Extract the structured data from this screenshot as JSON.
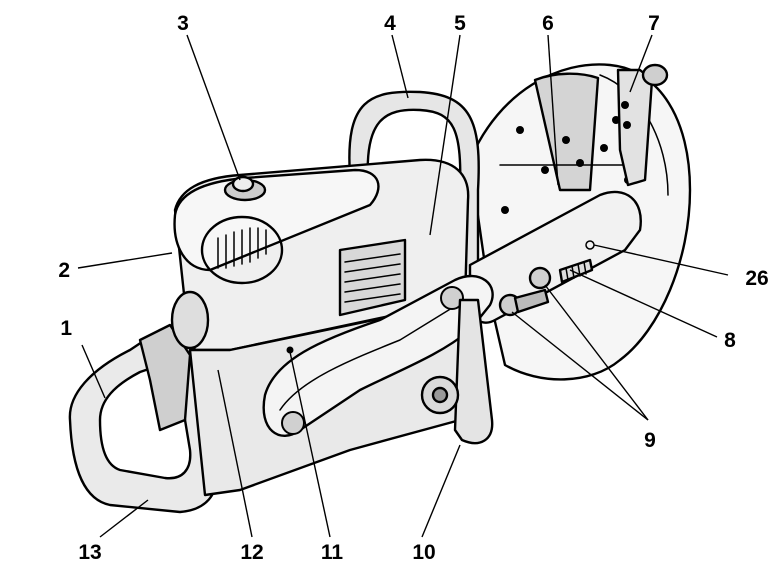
{
  "diagram": {
    "callouts": {
      "c1": "1",
      "c2": "2",
      "c3": "3",
      "c4": "4",
      "c5": "5",
      "c6": "6",
      "c7": "7",
      "c8": "8",
      "c9": "9",
      "c10": "10",
      "c11": "11",
      "c12": "12",
      "c13": "13",
      "c26": "26"
    }
  }
}
